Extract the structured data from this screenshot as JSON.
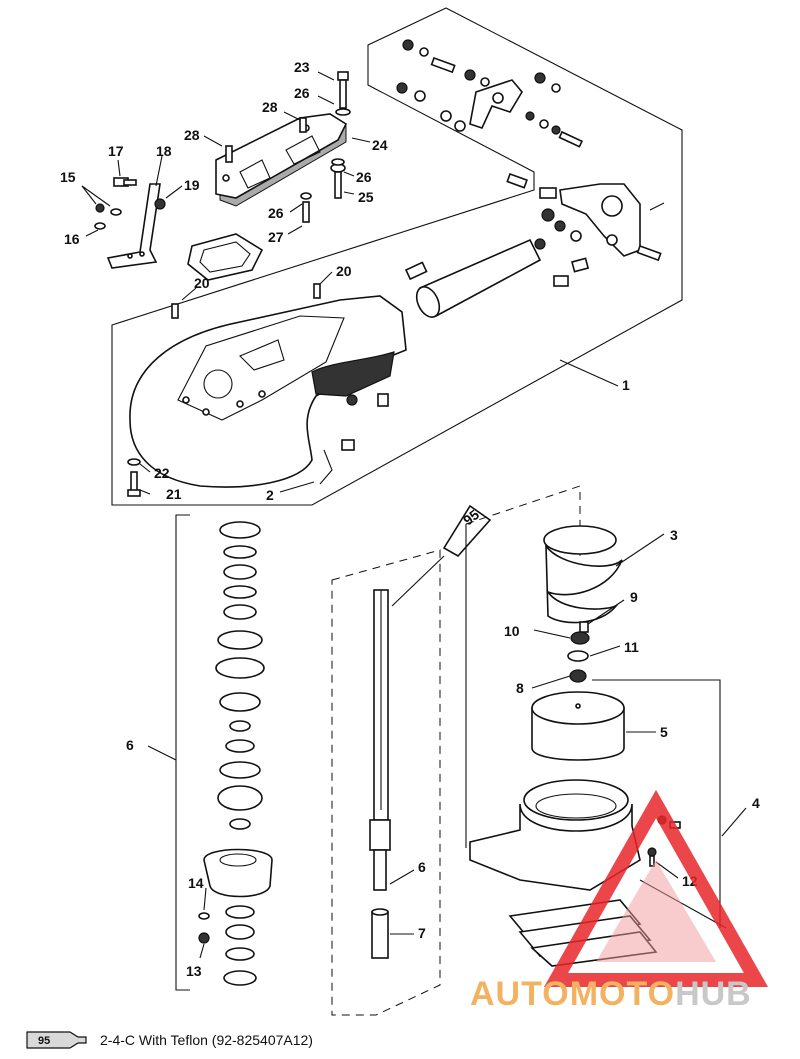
{
  "callouts": [
    "1",
    "2",
    "3",
    "4",
    "5",
    "6",
    "6",
    "7",
    "8",
    "9",
    "10",
    "11",
    "12",
    "13",
    "14",
    "15",
    "16",
    "17",
    "18",
    "19",
    "20",
    "20",
    "21",
    "22",
    "23",
    "24",
    "25",
    "26",
    "26",
    "26",
    "27",
    "28",
    "28"
  ],
  "tube_label": "95",
  "legend": {
    "tube_label": "95",
    "text": "2-4-C  With Teflon (92-825407A12)"
  },
  "watermark": {
    "part1": "AUTOMOTO",
    "part2": "HUB"
  },
  "colors": {
    "ink": "#111111",
    "watermark_orange": "#f3b262",
    "watermark_gray": "#c8c8c8",
    "watermark_red": "#e8262a"
  }
}
